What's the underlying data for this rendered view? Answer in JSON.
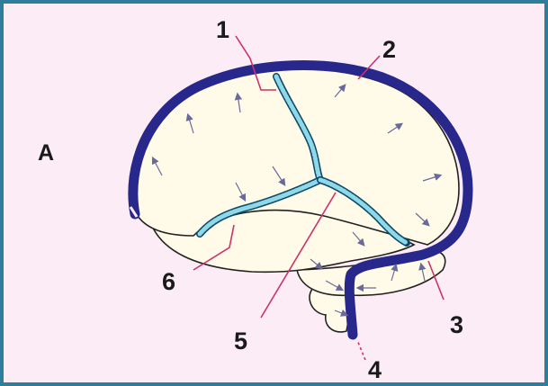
{
  "panel_letter": "A",
  "labels": [
    "1",
    "2",
    "3",
    "4",
    "5",
    "6"
  ],
  "colors": {
    "frame": "#2e7d9a",
    "background": "#fcecf6",
    "brain_fill": "#fffbe8",
    "sinus": "#28288c",
    "vein": "#8fd8e8",
    "leader": "#d0306a"
  }
}
